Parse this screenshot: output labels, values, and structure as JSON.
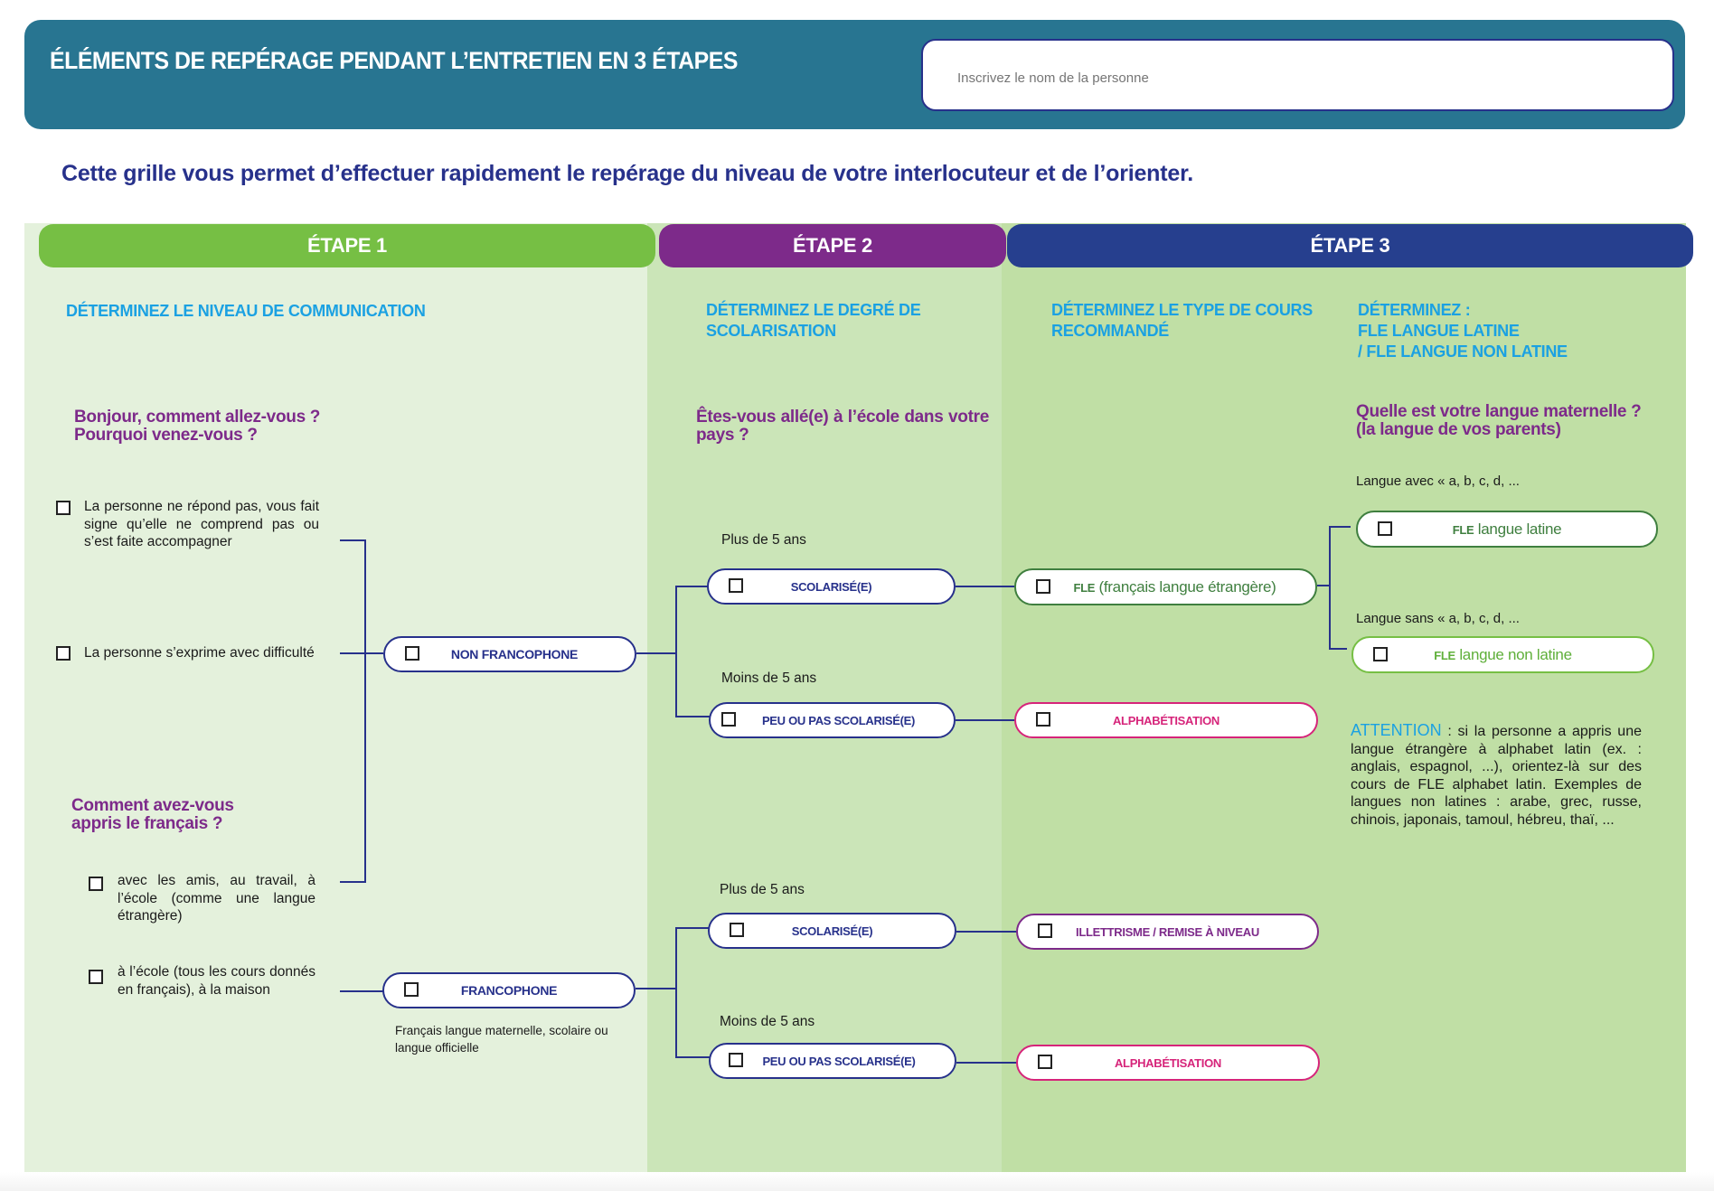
{
  "header": {
    "title": "ÉLÉMENTS DE REPÉRAGE PENDANT L’ENTRETIEN EN 3 ÉTAPES",
    "name_input_placeholder": "Inscrivez le nom de la personne",
    "name_input_value": ""
  },
  "subtitle": "Cette grille vous permet d’effectuer rapidement le repérage du niveau de votre interlocuteur et de l’orienter.",
  "colors": {
    "header_bg": "#287591",
    "step1": "#76bf44",
    "step2": "#7d2a8a",
    "step3": "#263f8e",
    "section_title": "#1ba1e2",
    "question": "#7d2a8a",
    "connector": "#27318b",
    "alpha_pink": "#d6247a"
  },
  "steps": [
    {
      "label": "ÉTAPE 1"
    },
    {
      "label": "ÉTAPE 2"
    },
    {
      "label": "ÉTAPE 3"
    }
  ],
  "step1": {
    "section_title": "DÉTERMINEZ LE NIVEAU DE COMMUNICATION",
    "question1": "Bonjour, comment allez-vous ?\nPourquoi venez-vous ?",
    "options_q1": [
      {
        "label": "La personne ne répond pas, vous fait signe qu’elle ne comprend pas ou s’est faite accompagner",
        "checked": false
      },
      {
        "label": "La personne s’exprime avec difficulté",
        "checked": false
      }
    ],
    "question2": "Comment avez-vous\nappris le français ?",
    "options_q2": [
      {
        "label": "avec les amis, au travail, à l’école (comme une langue étrangère)",
        "checked": false
      },
      {
        "label": "à l’école (tous les cours donnés en français), à la maison",
        "checked": false
      }
    ],
    "result_non_francophone": "NON FRANCOPHONE",
    "result_francophone": "FRANCOPHONE",
    "francophone_note": "Français langue maternelle, scolaire ou langue officielle"
  },
  "step2": {
    "section_title": "DÉTERMINEZ LE DEGRÉ DE\nSCOLARISATION",
    "question": "Êtes-vous allé(e) à l’école dans votre pays ?",
    "branches": [
      {
        "plus_label": "Plus de 5 ans",
        "plus_option": "SCOLARISÉ(E)",
        "moins_label": "Moins de 5 ans",
        "moins_option": "PEU OU PAS SCOLARISÉ(E)"
      },
      {
        "plus_label": "Plus de 5 ans",
        "plus_option": "SCOLARISÉ(E)",
        "moins_label": "Moins de 5 ans",
        "moins_option": "PEU OU PAS SCOLARISÉ(E)"
      }
    ]
  },
  "step3": {
    "section_title_course": "DÉTERMINEZ LE TYPE DE COURS\nRECOMMANDÉ",
    "section_title_latin": "DÉTERMINEZ :\nFLE LANGUE LATINE\n/ FLE LANGUE NON LATINE",
    "courses": {
      "fle_prefix": "FLE",
      "fle_rest": " (français langue étrangère)",
      "alpha1": "ALPHABÉTISATION",
      "illettrisme": "ILLETTRISME / REMISE À NIVEAU",
      "alpha2": "ALPHABÉTISATION"
    },
    "question": "Quelle est votre langue maternelle ?\n(la langue de vos parents)",
    "avec_label": "Langue avec « a, b, c, d, ...",
    "latine_prefix": "FLE",
    "latine_rest": " langue latine",
    "sans_label": "Langue sans « a, b, c, d, ...",
    "non_latine_prefix": "FLE",
    "non_latine_rest": " langue non latine",
    "attention_keyword": "ATTENTION",
    "attention_text": " : si la personne a appris une langue étrangère à alphabet latin (ex. : anglais, espagnol, ...), orientez-là sur des cours de FLE alphabet latin. Exemples de langues non latines : arabe, grec, russe, chinois, japonais, tamoul, hébreu, thaï, ..."
  }
}
